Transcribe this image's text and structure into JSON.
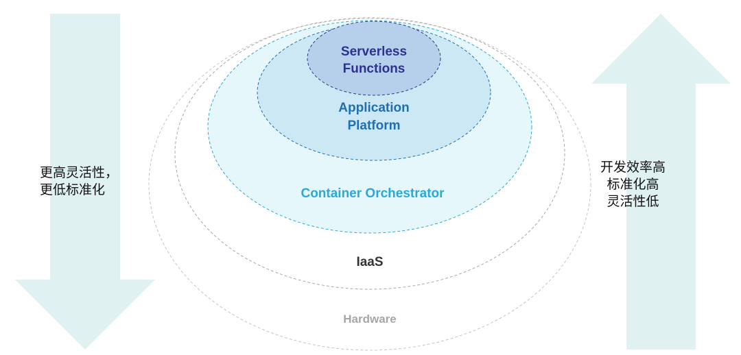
{
  "layers": {
    "hardware": "Hardware",
    "iaas": "IaaS",
    "container": "Container Orchestrator",
    "app_platform": [
      "Application",
      "Platform"
    ],
    "serverless": [
      "Serverless",
      "Functions"
    ]
  },
  "left_note": [
    "更高灵活性，",
    "更低标准化"
  ],
  "right_note": [
    "开发效率高",
    "标准化高",
    "灵活性低"
  ],
  "colors": {
    "arrow": "#dff1f1",
    "serverless_text": "#2e3192",
    "app_platform_text": "#1f6fb2",
    "container_text": "#29a9d9",
    "iaas_text": "#333333",
    "hardware_text": "#a6a6a6"
  }
}
